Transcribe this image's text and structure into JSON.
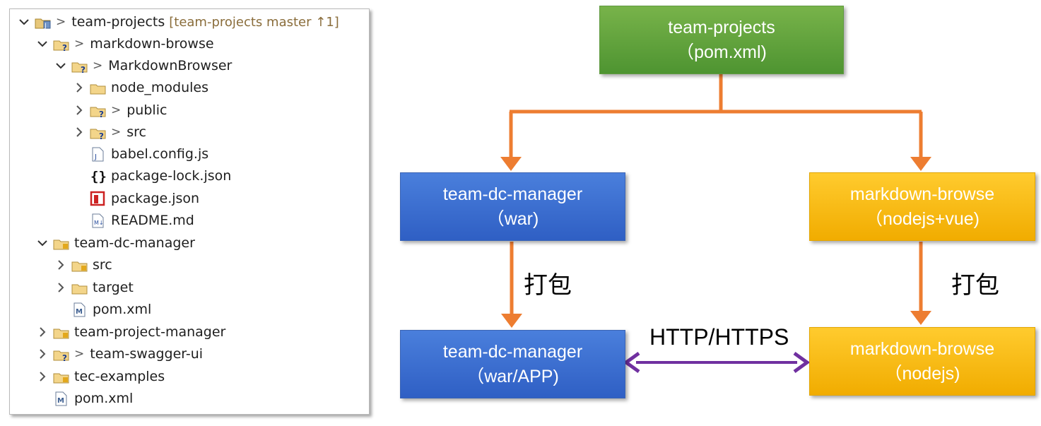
{
  "explorer": {
    "root": {
      "name": "team-projects",
      "decoration": "[team-projects master ↑1]"
    },
    "rows": [
      {
        "name": "markdown-browse",
        "prefix": ">"
      },
      {
        "name": "MarkdownBrowser",
        "prefix": ">"
      },
      {
        "name": "node_modules",
        "prefix": ""
      },
      {
        "name": "public",
        "prefix": ">"
      },
      {
        "name": "src",
        "prefix": ">"
      },
      {
        "name": "babel.config.js",
        "prefix": ""
      },
      {
        "name": "package-lock.json",
        "prefix": ""
      },
      {
        "name": "package.json",
        "prefix": ""
      },
      {
        "name": "README.md",
        "prefix": ""
      },
      {
        "name": "team-dc-manager",
        "prefix": ""
      },
      {
        "name": "src",
        "prefix": ""
      },
      {
        "name": "target",
        "prefix": ""
      },
      {
        "name": "pom.xml",
        "prefix": ""
      },
      {
        "name": "team-project-manager",
        "prefix": ""
      },
      {
        "name": "team-swagger-ui",
        "prefix": ">"
      },
      {
        "name": "tec-examples",
        "prefix": ""
      },
      {
        "name": "pom.xml",
        "prefix": ""
      }
    ]
  },
  "diagram": {
    "root": {
      "line1": "team-projects",
      "line2": "（pom.xml)"
    },
    "war_module": {
      "line1": "team-dc-manager",
      "line2": "（war)"
    },
    "vue_module": {
      "line1": "markdown-browse",
      "line2": "（nodejs+vue)"
    },
    "war_app": {
      "line1": "team-dc-manager",
      "line2": "（war/APP)"
    },
    "node_app": {
      "line1": "markdown-browse",
      "line2": "（nodejs)"
    },
    "pack_left": "打包",
    "pack_right": "打包",
    "protocol": "HTTP/HTTPS",
    "colors": {
      "connector": "#ed7d31",
      "protocol_arrow": "#7030a0",
      "green": "#5fa13a",
      "blue": "#3a6ad0",
      "yellow": "#ffc000"
    }
  }
}
